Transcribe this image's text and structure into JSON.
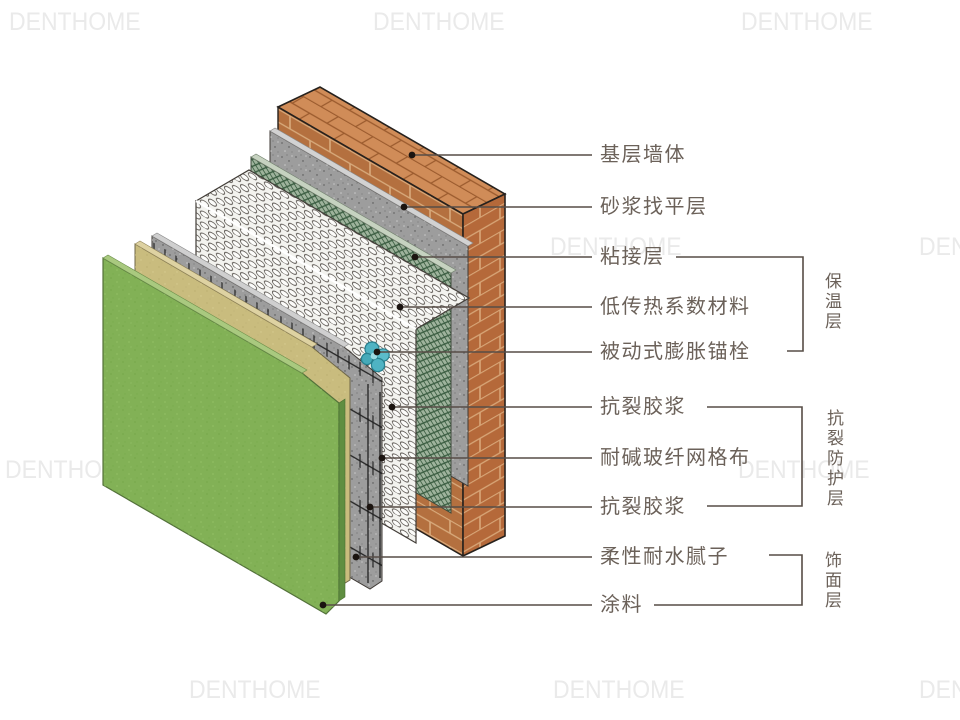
{
  "watermark": {
    "text": "DENTHOME"
  },
  "callouts": [
    {
      "text": "基层墙体"
    },
    {
      "text": "砂浆找平层"
    },
    {
      "text": "粘接层"
    },
    {
      "text": "低传热系数材料"
    },
    {
      "text": "被动式膨胀锚栓"
    },
    {
      "text": "抗裂胶浆"
    },
    {
      "text": "耐碱玻纤网格布"
    },
    {
      "text": "抗裂胶浆"
    },
    {
      "text": "柔性耐水腻子"
    },
    {
      "text": "涂料"
    }
  ],
  "groups": [
    {
      "text": "保温层"
    },
    {
      "text": "抗裂防护层"
    },
    {
      "text": "饰面层"
    }
  ],
  "layers": [
    {
      "name": "base-wall-brick",
      "label": "基层墙体"
    },
    {
      "name": "mortar-leveling-layer",
      "label": "砂浆找平层"
    },
    {
      "name": "bond-coat-layer",
      "label": "粘接层"
    },
    {
      "name": "insulation-eps-layer",
      "label": "低传热系数材料"
    },
    {
      "name": "expansion-anchor-bolt",
      "label": "被动式膨胀锚栓"
    },
    {
      "name": "crack-resistant-mortar-with-mesh",
      "label": "抗裂胶浆 / 耐碱玻纤网格布 / 抗裂胶浆"
    },
    {
      "name": "flexible-putty-layer",
      "label": "柔性耐水腻子"
    },
    {
      "name": "paint-coat-layer",
      "label": "涂料"
    }
  ],
  "colors": {
    "brick_top": "#d08c58",
    "brick_side": "#b5693a",
    "brick_front": "#b4703f",
    "mortar_gray": "#9d9d9d",
    "bond_green": "#9eb39c",
    "eps_white": "#f3f3ef",
    "putty_tan": "#c9bc7e",
    "paint_green": "#82b156",
    "anchor_teal": "#4fb3c3",
    "callout_line": "#574d46",
    "label_text": "#6b6159",
    "watermark_gray": "#eaeaea"
  }
}
